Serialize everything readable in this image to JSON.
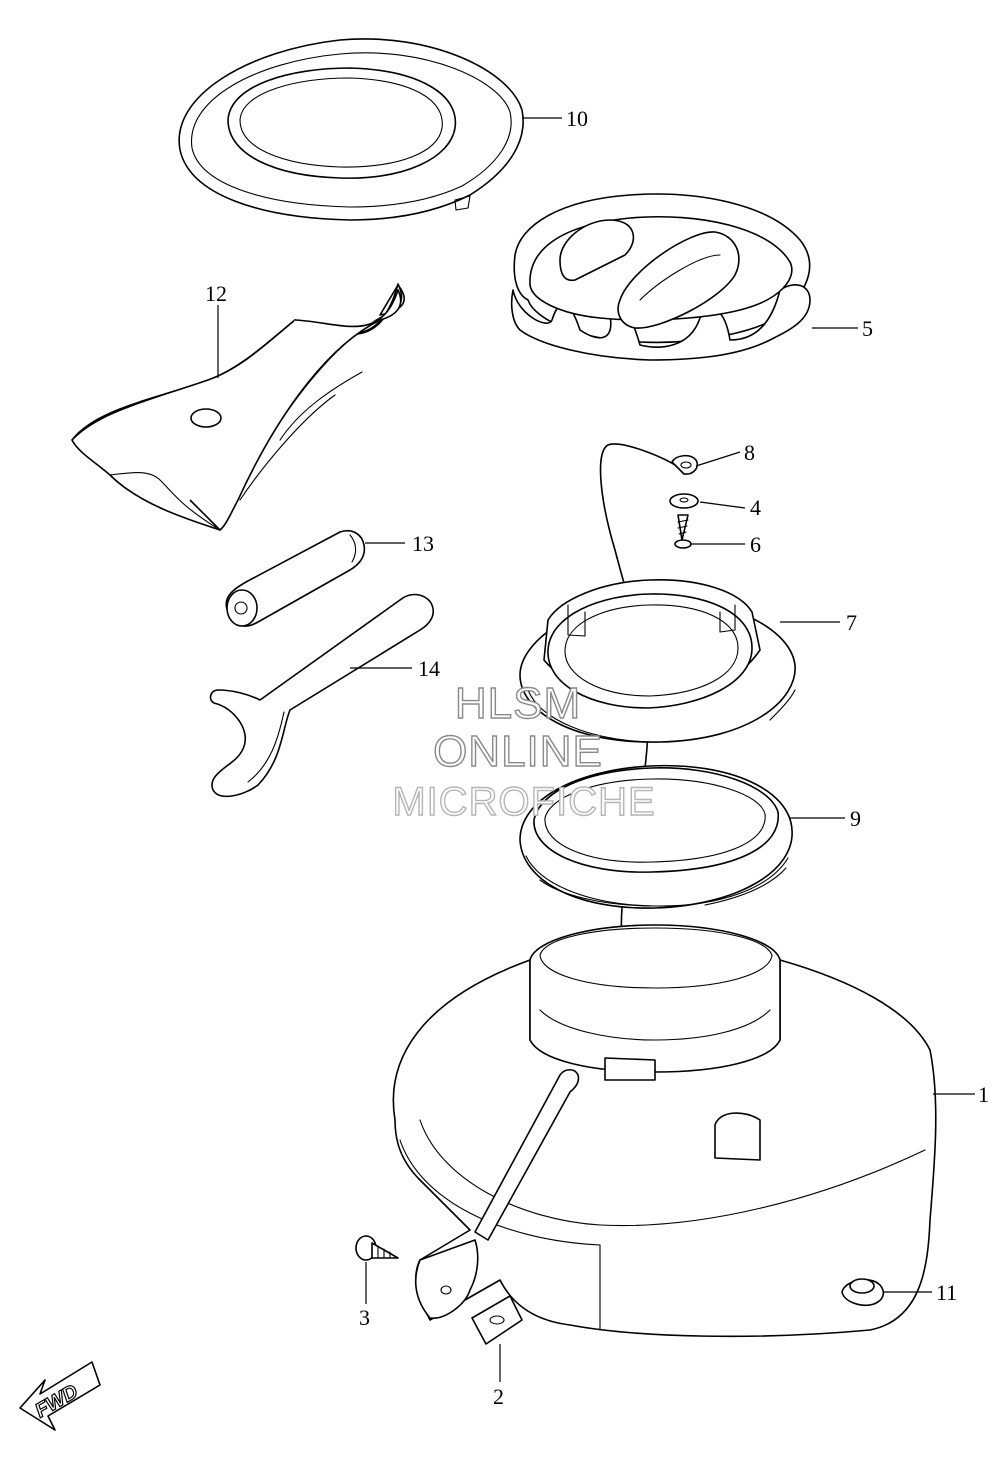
{
  "callouts": {
    "c1": "1",
    "c2": "2",
    "c3": "3",
    "c4": "4",
    "c5": "5",
    "c6": "6",
    "c7": "7",
    "c8": "8",
    "c9": "9",
    "c10": "10",
    "c11": "11",
    "c12": "12",
    "c13": "13",
    "c14": "14"
  },
  "watermark": {
    "line1": "HLSM",
    "line2": "ONLINE",
    "line3": "MICROFICHE"
  },
  "fwd_label": "FWD"
}
